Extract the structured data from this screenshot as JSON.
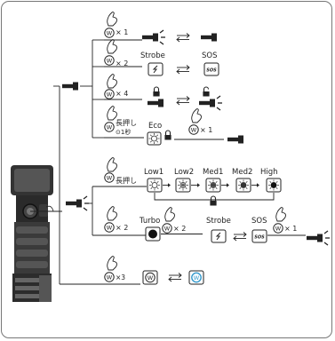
{
  "rows": {
    "r1": {
      "count": "× 1"
    },
    "r2": {
      "count": "× 2",
      "strobe": "Strobe",
      "sos": "SOS",
      "sos_icon": "SOS"
    },
    "r3": {
      "count": "× 4"
    },
    "r4": {
      "hold": "長押し",
      "timer": "⊙1秒",
      "eco": "Eco",
      "count": "× 1"
    },
    "r5": {
      "hold": "長押し",
      "low1": "Low1",
      "low2": "Low2",
      "med1": "Med1",
      "med2": "Med2",
      "high": "High"
    },
    "r6": {
      "count": "× 2",
      "turbo": "Turbo",
      "count2": "× 2",
      "strobe": "Strobe",
      "sos": "SOS",
      "sos_icon": "SOS",
      "count3": "× 1"
    },
    "r7": {
      "count": "×3"
    }
  },
  "icons": {
    "button": "w-button-icon",
    "tap": "finger-tap-icon",
    "light_off": "flashlight-off-icon",
    "light_on": "flashlight-on-icon",
    "lock": "lock-icon",
    "unlock": "unlock-icon",
    "switch": "swap-arrows-icon"
  },
  "colors": {
    "stroke": "#222222",
    "frame": "#777777",
    "blue_button": "#3399cc"
  }
}
